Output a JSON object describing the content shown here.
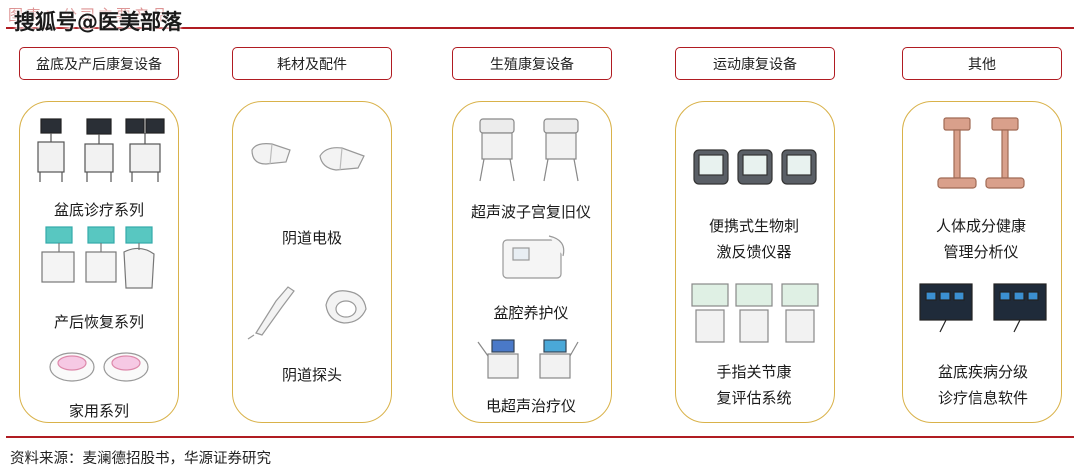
{
  "watermark": "搜狐号@医美部落",
  "faint_header": "图表：公司主要产品",
  "categories": [
    {
      "label": "盆底及产后康复设备"
    },
    {
      "label": "耗材及配件"
    },
    {
      "label": "生殖康复设备"
    },
    {
      "label": "运动康复设备"
    },
    {
      "label": "其他"
    }
  ],
  "products": {
    "pelvic_series": "盆底诊疗系列",
    "postpartum_series": "产后恢复系列",
    "home_series": "家用系列",
    "vaginal_electrode": "阴道电极",
    "vaginal_probe": "阴道探头",
    "uterine_ultrasound": "超声波子宫复旧仪",
    "pelvic_nourish": "盆腔养护仪",
    "electro_ultrasound": "电超声治疗仪",
    "biostim_line1": "便携式生物刺",
    "biostim_line2": "激反馈仪器",
    "finger_line1": "手指关节康",
    "finger_line2": "复评估系统",
    "body_line1": "人体成分健康",
    "body_line2": "管理分析仪",
    "grading_line1": "盆底疾病分级",
    "grading_line2": "诊疗信息软件"
  },
  "source": "资料来源：麦澜德招股书，华源证券研究"
}
